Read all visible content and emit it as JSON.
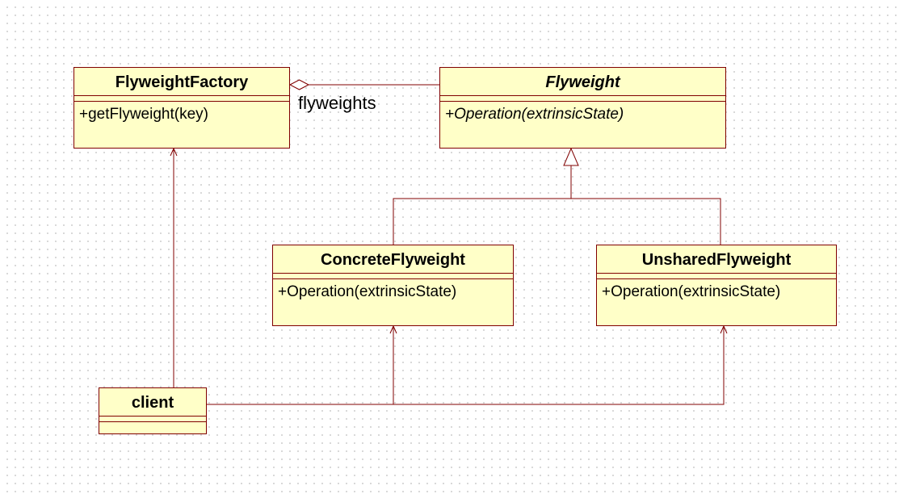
{
  "classes": {
    "flyweight_factory": {
      "name": "FlyweightFactory",
      "operations": [
        "+getFlyweight(key)"
      ]
    },
    "flyweight": {
      "name": "Flyweight",
      "operations": [
        "+Operation(extrinsicState)"
      ],
      "abstract": true
    },
    "concrete_flyweight": {
      "name": "ConcreteFlyweight",
      "operations": [
        "+Operation(extrinsicState)"
      ]
    },
    "unshared_flyweight": {
      "name": "UnsharedFlyweight",
      "operations": [
        "+Operation(extrinsicState)"
      ]
    },
    "client": {
      "name": "client",
      "operations": []
    }
  },
  "associations": {
    "factory_to_flyweight": {
      "label": "flyweights",
      "type": "aggregation"
    }
  },
  "colors": {
    "fill": "#ffffc8",
    "border": "#800000"
  }
}
